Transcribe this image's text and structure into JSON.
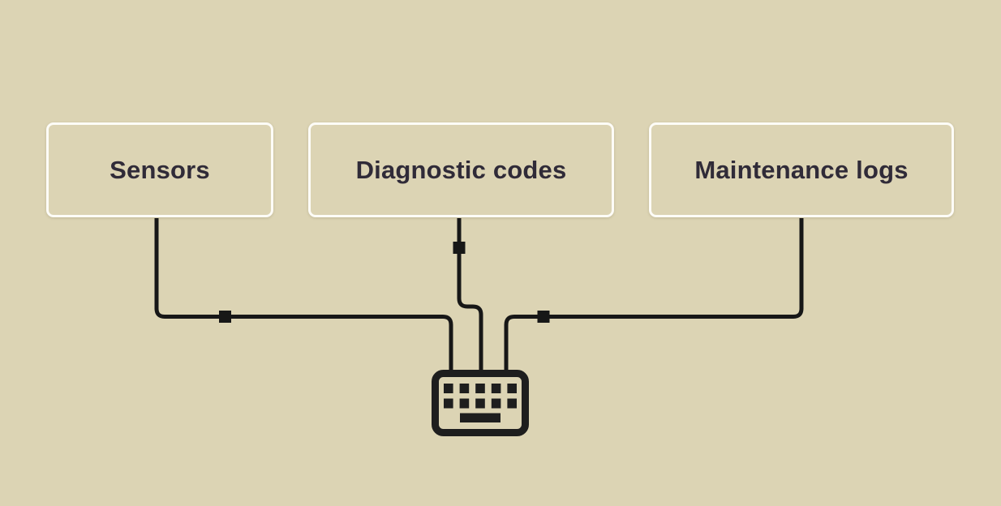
{
  "diagram": {
    "nodes": [
      {
        "id": "sensors",
        "label": "Sensors"
      },
      {
        "id": "diagnostic-codes",
        "label": "Diagnostic codes"
      },
      {
        "id": "maintenance-logs",
        "label": "Maintenance logs"
      }
    ],
    "hub": {
      "icon": "keyboard-icon"
    },
    "edges": [
      {
        "from": "sensors",
        "to": "keyboard-hub",
        "marker": "square-junction"
      },
      {
        "from": "diagnostic-codes",
        "to": "keyboard-hub",
        "marker": "square-junction"
      },
      {
        "from": "maintenance-logs",
        "to": "keyboard-hub",
        "marker": "square-junction"
      }
    ]
  },
  "colors": {
    "background": "#dcd4b4",
    "node-border": "#fdfcf7",
    "node-fill": "#dcd4b4",
    "text": "#302b38",
    "line": "#171717",
    "icon": "#1e1e1e"
  }
}
